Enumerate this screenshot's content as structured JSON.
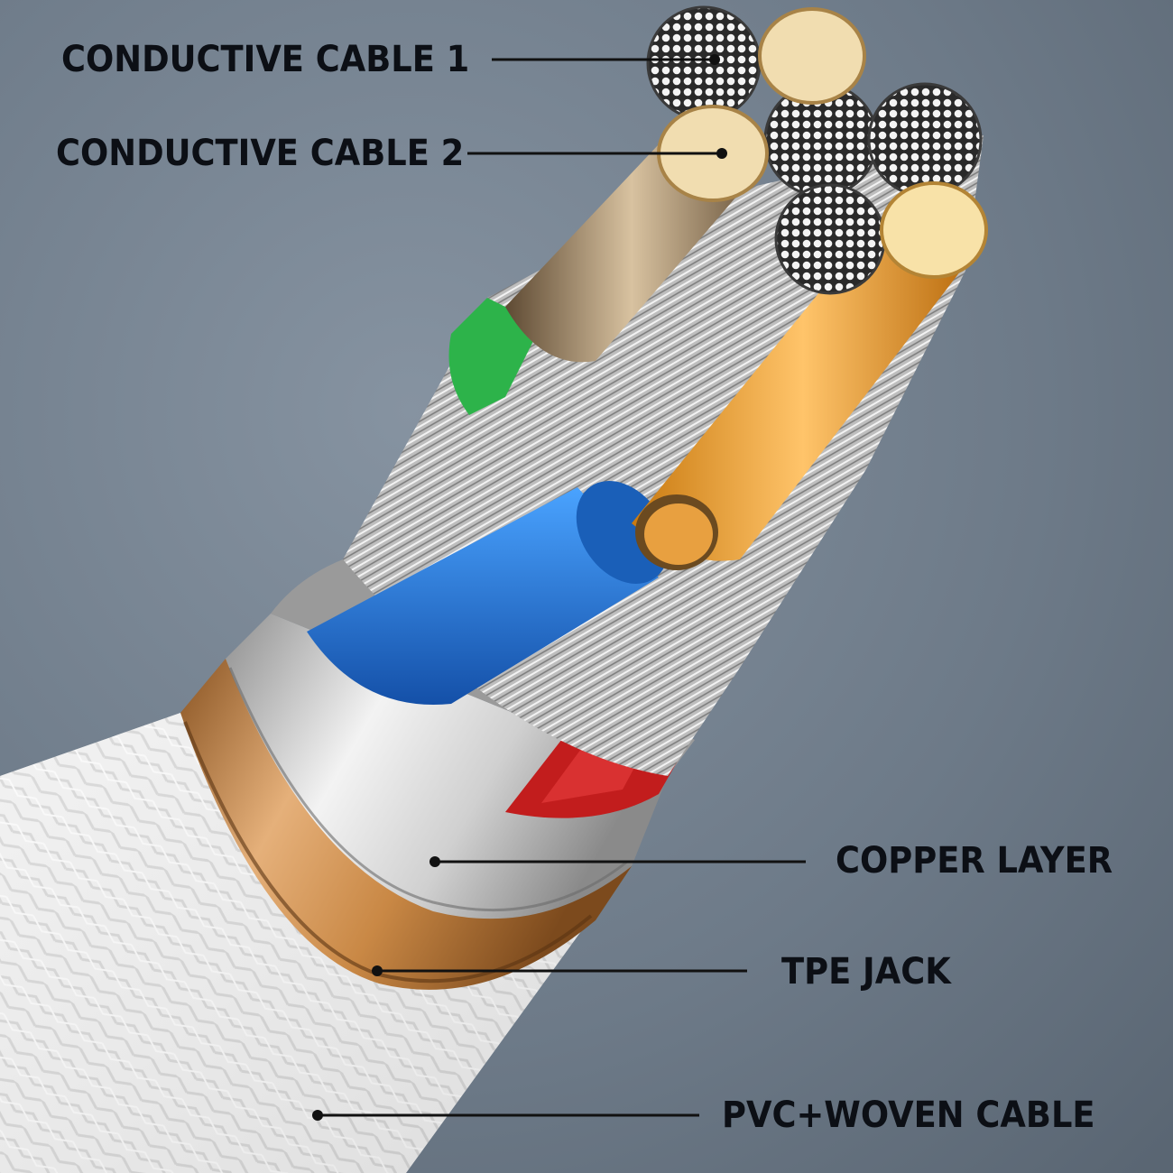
{
  "callouts": {
    "conductive_cable_1": "CONDUCTIVE CABLE 1",
    "conductive_cable_2": "CONDUCTIVE CABLE 2",
    "copper_layer": "COPPER LAYER",
    "tpe_jack": "TPE JACK",
    "pvc_woven_cable": "PVC+WOVEN CABLE"
  },
  "colors": {
    "background": "#6f7c8a",
    "label_text": "#0c0f15",
    "braid_white": "#e6e6e6",
    "copper_band": "#c9925c",
    "silver_band": "#d6d6d6",
    "wire_green": "#2db34a",
    "wire_blue": "#1f73d6",
    "wire_red": "#c21d1d",
    "wire_gold": "#f1a83c"
  }
}
